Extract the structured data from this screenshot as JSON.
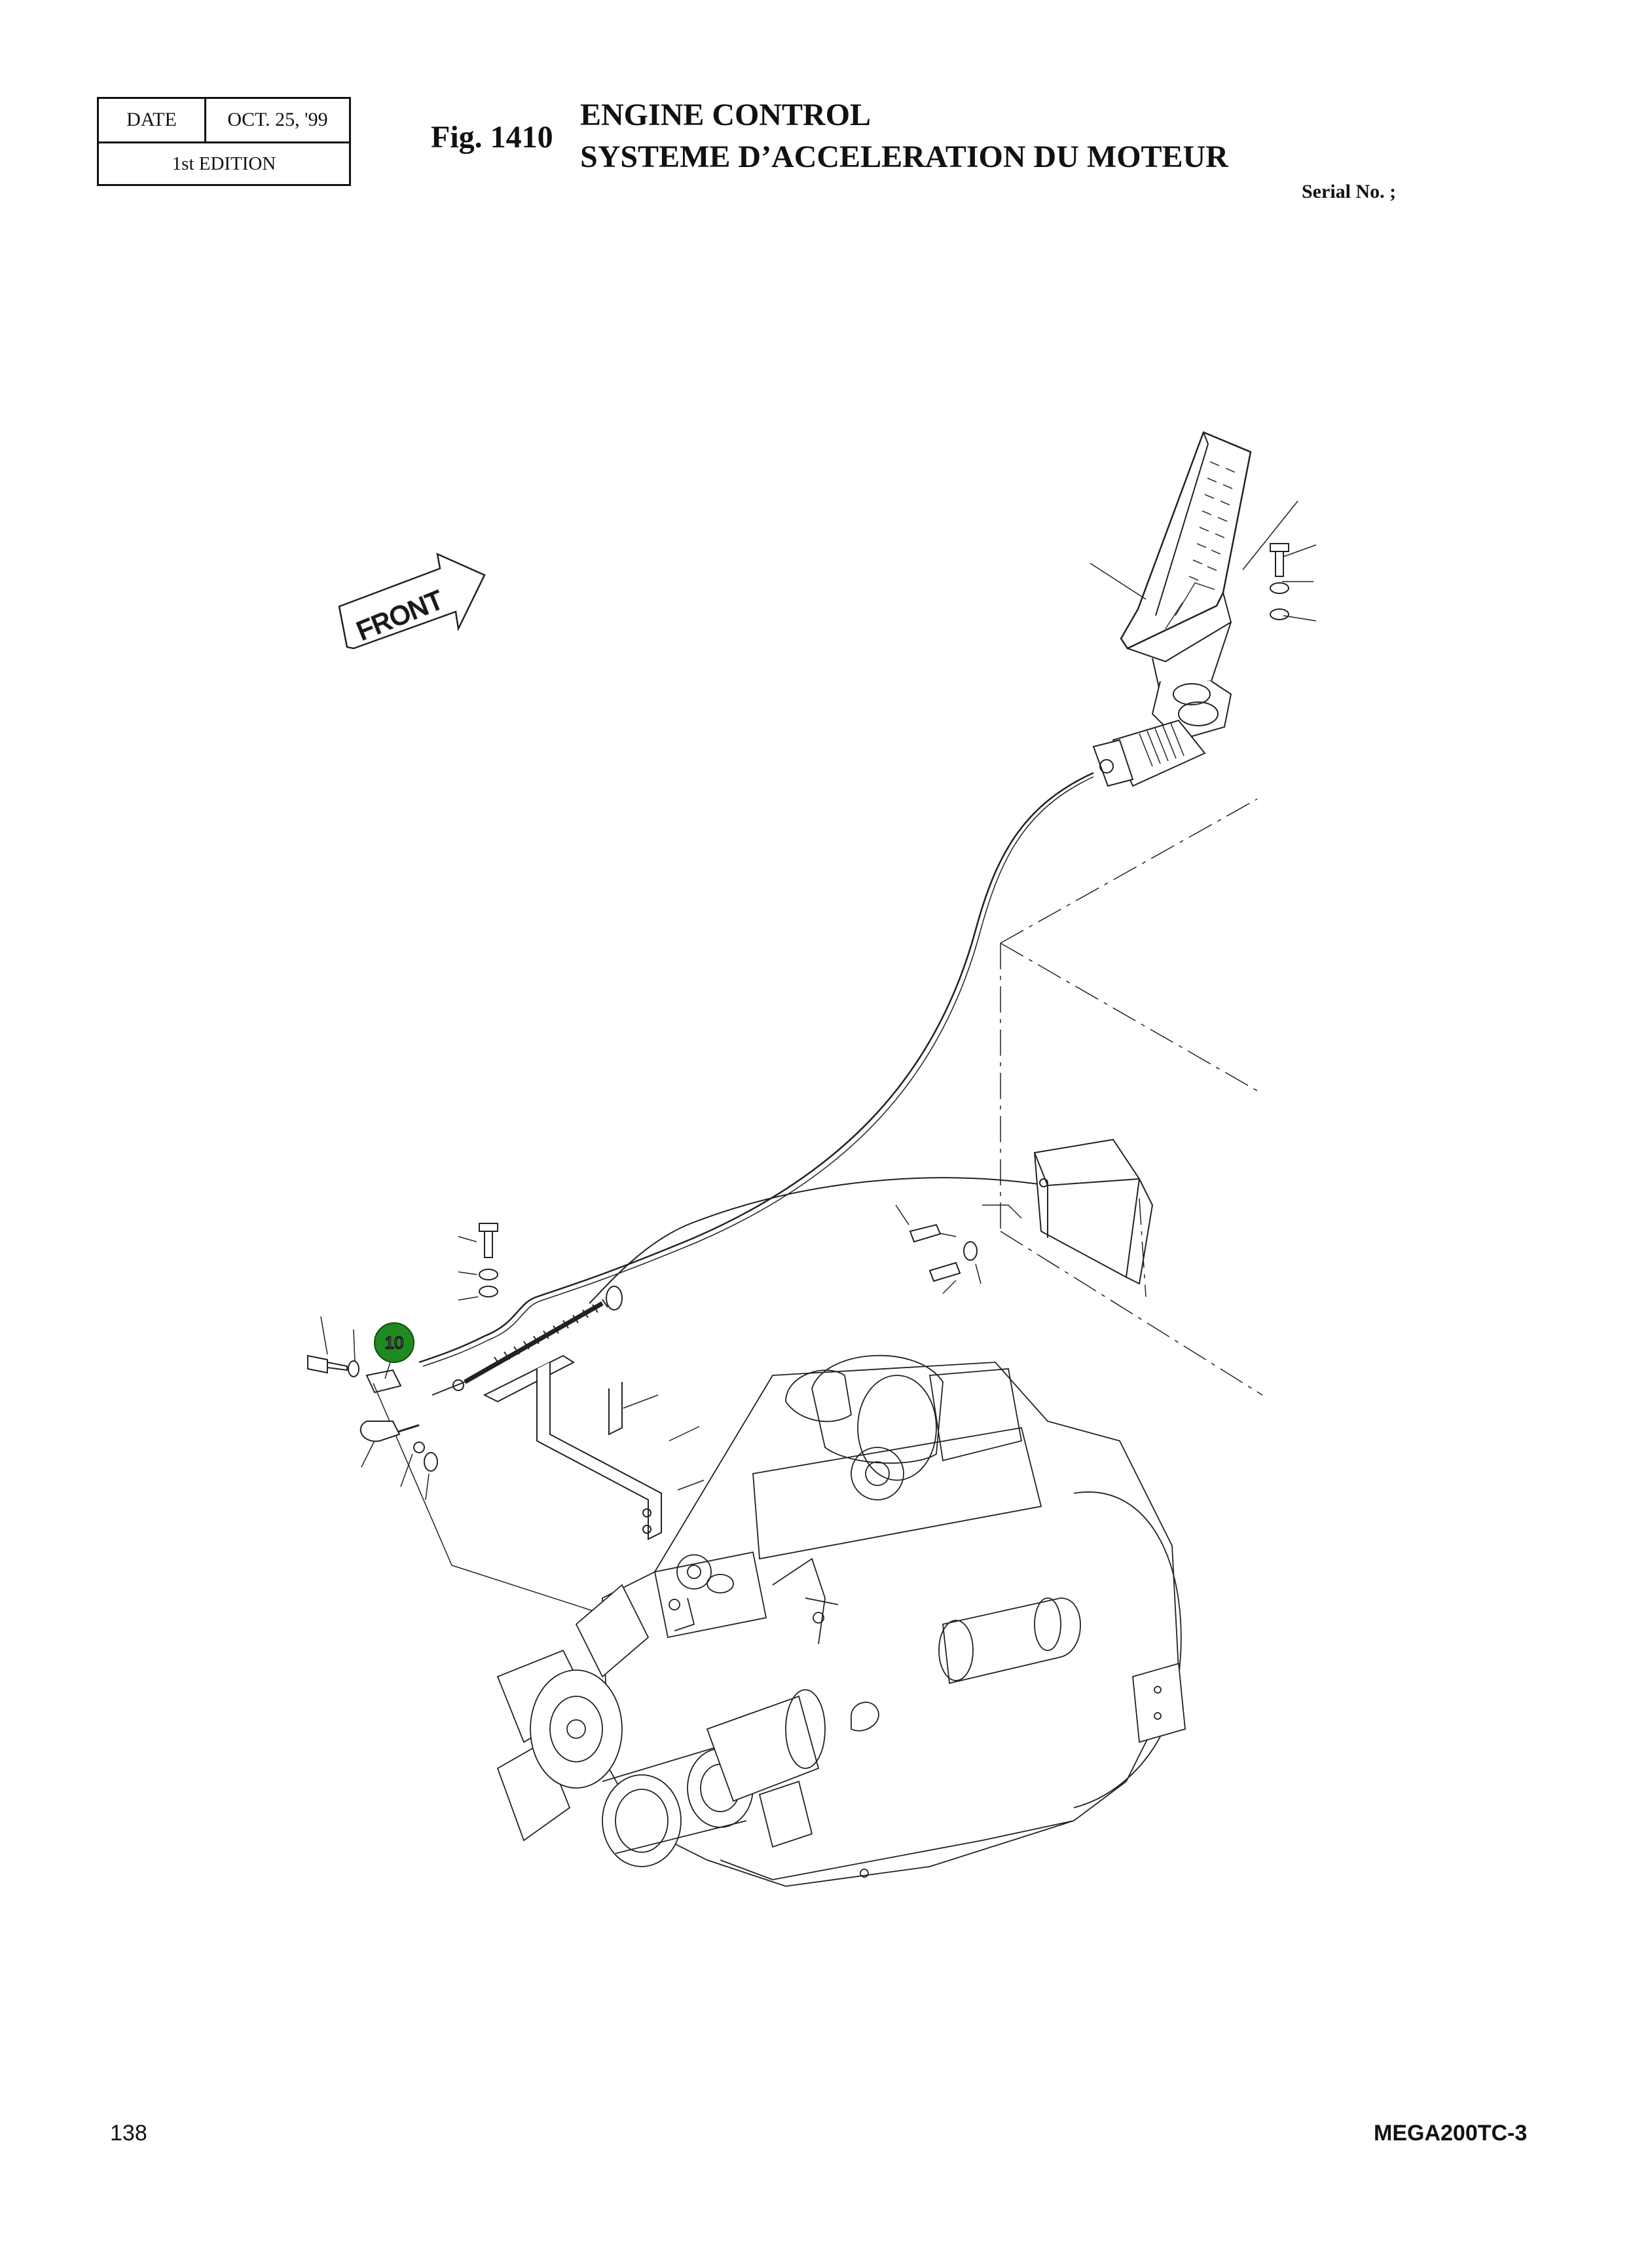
{
  "header": {
    "date_label": "DATE",
    "date_value": "OCT. 25, '99",
    "edition": "1st EDITION",
    "fig_label": "Fig. 1410",
    "title_en": "ENGINE CONTROL",
    "title_fr": "SYSTEME D’ACCELERATION DU MOTEUR",
    "serial": "Serial No. ;"
  },
  "drawing": {
    "front_label": "FRONT",
    "callouts": [
      {
        "number": "10",
        "color": "#1f8a1f"
      }
    ]
  },
  "footer": {
    "page_number": "138",
    "model": "MEGA200TC-3"
  }
}
